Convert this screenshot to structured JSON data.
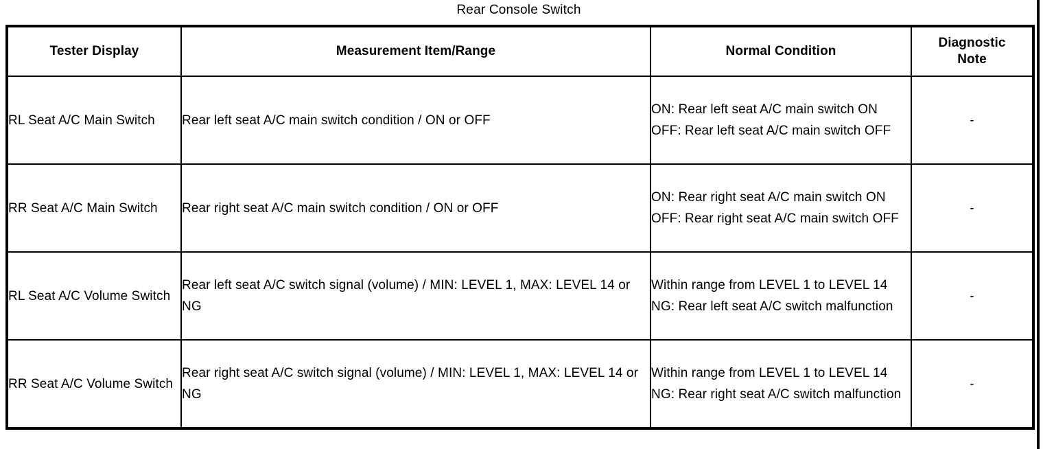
{
  "caption": "Rear Console Switch",
  "table": {
    "headers": [
      "Tester Display",
      "Measurement Item/Range",
      "Normal Condition",
      "Diagnostic\nNote"
    ],
    "rows": [
      {
        "tester_display": "RL Seat A/C Main Switch",
        "measurement_item_range": "Rear left seat A/C main switch condition / ON or OFF",
        "normal_condition": "ON: Rear left seat A/C main switch ON\nOFF: Rear left seat A/C main switch OFF",
        "diagnostic_note": "-"
      },
      {
        "tester_display": "RR Seat A/C Main Switch",
        "measurement_item_range": "Rear right seat A/C main switch condition / ON or OFF",
        "normal_condition": "ON: Rear right seat A/C main switch ON\nOFF: Rear right seat A/C main switch OFF",
        "diagnostic_note": "-"
      },
      {
        "tester_display": "RL Seat A/C Volume Switch",
        "measurement_item_range": "Rear left seat A/C switch signal (volume) / MIN: LEVEL 1, MAX: LEVEL 14 or NG",
        "normal_condition": "Within range from LEVEL 1 to LEVEL 14\nNG: Rear left seat A/C switch malfunction",
        "diagnostic_note": "-"
      },
      {
        "tester_display": "RR Seat A/C Volume Switch",
        "measurement_item_range": "Rear right seat A/C switch signal (volume) / MIN: LEVEL 1, MAX: LEVEL 14 or NG",
        "normal_condition": "Within range from LEVEL 1 to LEVEL 14\nNG: Rear right seat A/C switch malfunction",
        "diagnostic_note": "-"
      }
    ]
  }
}
